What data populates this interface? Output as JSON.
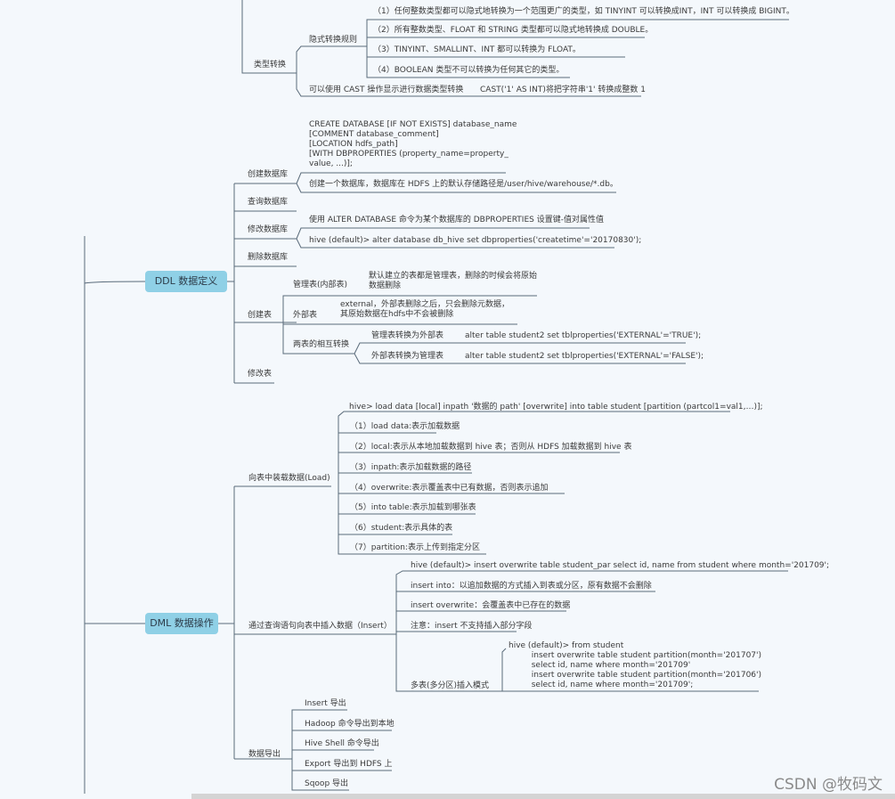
{
  "roots": {
    "ddl": "DDL 数据定义",
    "dml": "DML 数据操作"
  },
  "type_conversion": {
    "title": "类型转换",
    "implicit_title": "隐式转换规则",
    "rules": [
      "（1）任何整数类型都可以隐式地转换为一个范围更广的类型，如 TINYINT 可以转换成INT，INT 可以转换成 BIGINT。",
      "（2）所有整数类型、FLOAT 和 STRING 类型都可以隐式地转换成 DOUBLE。",
      "（3）TINYINT、SMALLINT、INT 都可以转换为 FLOAT。",
      "（4）BOOLEAN 类型不可以转换为任何其它的类型。"
    ],
    "cast_label": "可以使用 CAST 操作显示进行数据类型转换",
    "cast_example": "CAST('1' AS INT)将把字符串'1' 转换成整数 1"
  },
  "ddl": {
    "create_db": {
      "label": "创建数据库",
      "syntax": "CREATE DATABASE [IF NOT EXISTS] database_name\n[COMMENT database_comment]\n[LOCATION hdfs_path]\n[WITH DBPROPERTIES (property_name=property_\nvalue, ...)];",
      "note": "创建一个数据库，数据库在 HDFS 上的默认存储路径是/user/hive/warehouse/*.db。"
    },
    "query_db": {
      "label": "查询数据库"
    },
    "alter_db": {
      "label": "修改数据库",
      "note": "使用 ALTER DATABASE 命令为某个数据库的 DBPROPERTIES 设置键-值对属性值",
      "example": "hive (default)> alter database db_hive set dbproperties('createtime'='20170830');"
    },
    "drop_db": {
      "label": "删除数据库"
    },
    "create_table": {
      "label": "创建表",
      "managed_label": "管理表(内部表)",
      "managed_note": "默认建立的表都是管理表，删除的时候会将原始\n数据删除",
      "external_label": "外部表",
      "external_note": "external，外部表删除之后，只会删除元数据，\n其原始数据在hdfs中不会被删除",
      "convert_label": "两表的相互转换",
      "to_external_label": "管理表转换为外部表",
      "to_external_cmd": "alter table student2 set tblproperties('EXTERNAL'='TRUE');",
      "to_managed_label": "外部表转换为管理表",
      "to_managed_cmd": "alter table student2 set tblproperties('EXTERNAL'='FALSE');"
    },
    "alter_table": {
      "label": "修改表"
    }
  },
  "dml": {
    "load": {
      "label": "向表中装载数据(Load)",
      "syntax": "hive> load data [local] inpath '数据的 path' [overwrite] into table student [partition (partcol1=val1,…)];",
      "items": [
        "（1）load data:表示加载数据",
        "（2）local:表示从本地加载数据到 hive 表；否则从 HDFS 加载数据到 hive 表",
        "（3）inpath:表示加载数据的路径",
        "（4）overwrite:表示覆盖表中已有数据，否则表示追加",
        "（5）into table:表示加载到哪张表",
        "（6）student:表示具体的表",
        "（7）partition:表示上传到指定分区"
      ]
    },
    "insert": {
      "label": "通过查询语句向表中插入数据（Insert）",
      "example": "hive (default)> insert overwrite table student_par select id, name from student where month='201709';",
      "into_note": "insert into：以追加数据的方式插入到表或分区，原有数据不会删除",
      "overwrite_note": "insert overwrite：会覆盖表中已存在的数据",
      "caution": "注意：insert 不支持插入部分字段",
      "multi_label": "多表(多分区)插入模式",
      "multi_example": "hive (default)> from student\n         insert overwrite table student partition(month='201707')\n         select id, name where month='201709'\n         insert overwrite table student partition(month='201706')\n         select id, name where month='201709';"
    },
    "export": {
      "label": "数据导出",
      "items": [
        "Insert 导出",
        "Hadoop 命令导出到本地",
        "Hive Shell 命令导出",
        "Export 导出到 HDFS 上",
        "Sqoop 导出"
      ]
    }
  },
  "watermark": "CSDN @牧码文"
}
